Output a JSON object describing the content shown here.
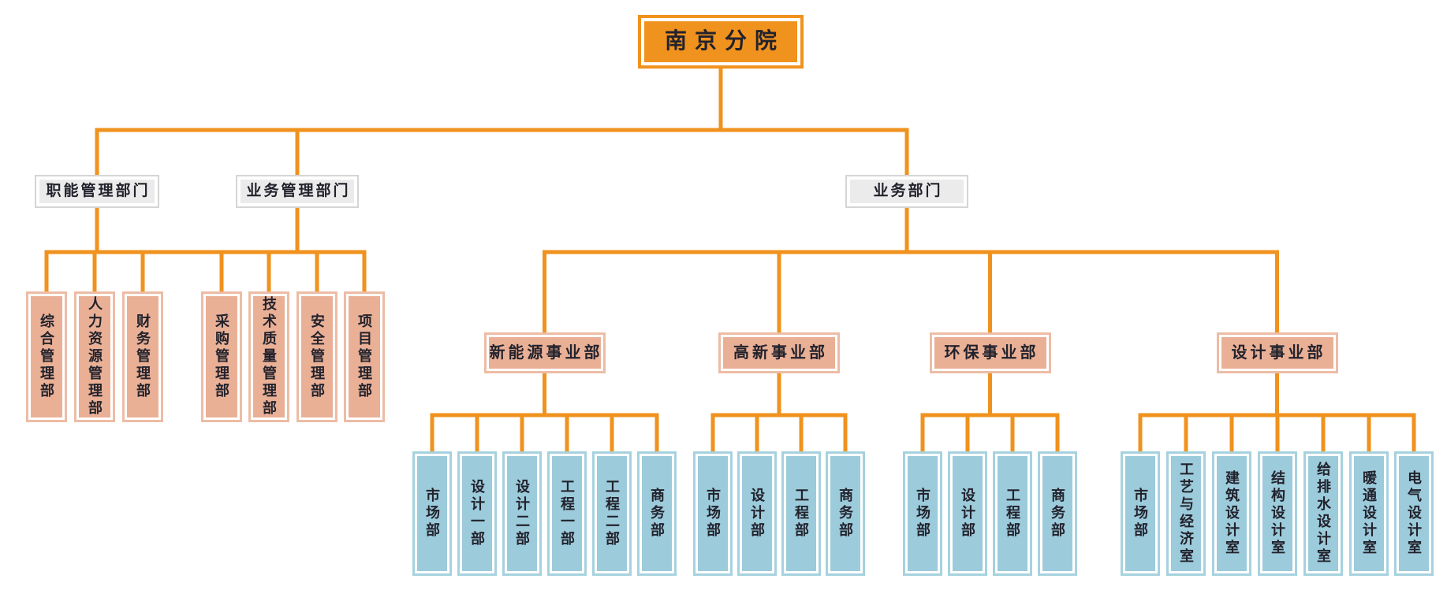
{
  "org": {
    "root": {
      "label": "南京分院"
    },
    "managementBranches": [
      {
        "label": "职能管理部门",
        "departments": [
          "综合管理部",
          "人力资源管理部",
          "财务管理部"
        ]
      },
      {
        "label": "业务管理部门",
        "departments": [
          "采购管理部",
          "技术质量管理部",
          "安全管理部",
          "项目管理部"
        ]
      }
    ],
    "businessBranch": {
      "label": "业务部门",
      "divisions": [
        {
          "label": "新能源事业部",
          "departments": [
            "市场部",
            "设计一部",
            "设计二部",
            "工程一部",
            "工程二部",
            "商务部"
          ]
        },
        {
          "label": "高新事业部",
          "departments": [
            "市场部",
            "设计部",
            "工程部",
            "商务部"
          ]
        },
        {
          "label": "环保事业部",
          "departments": [
            "市场部",
            "设计部",
            "工程部",
            "商务部"
          ]
        },
        {
          "label": "设计事业部",
          "departments": [
            "市场部",
            "工艺与经济室",
            "建筑设计室",
            "结构设计室",
            "给排水设计室",
            "暖通设计室",
            "电气设计室"
          ]
        }
      ]
    },
    "colors": {
      "line": "#F0921E",
      "root_fill": "#F0921E",
      "branch_fill": "#EBEBEB",
      "branch_border": "#D5D5D5",
      "admin_fill": "#E9B096",
      "admin_border": "#EDBCA5",
      "operational_fill": "#9CCBDB",
      "operational_border": "#A6D2DF",
      "text": "#22222C"
    }
  }
}
